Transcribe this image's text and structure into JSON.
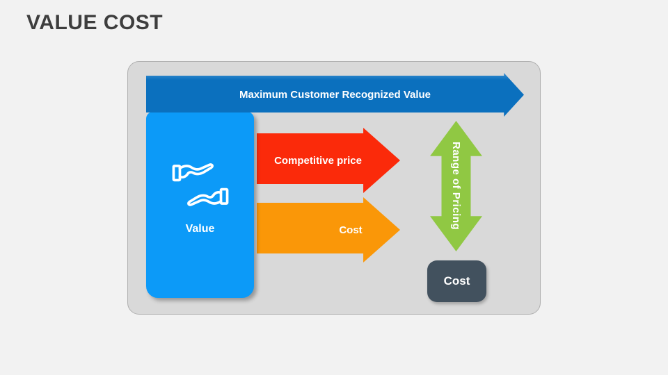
{
  "slide": {
    "title": "VALUE COST"
  },
  "diagram": {
    "top_arrow": {
      "label": "Maximum Customer Recognized Value",
      "color": "#0B70BE"
    },
    "value_box": {
      "label": "Value",
      "icon": "hands-exchange-icon",
      "color": "#0C9AF8"
    },
    "competitive_arrow": {
      "label": "Competitive price",
      "color": "#FB2A0A"
    },
    "cost_arrow": {
      "label": "Cost",
      "color": "#FA9708"
    },
    "range_arrow": {
      "label": "Range of Pricing",
      "color": "#90C843"
    },
    "cost_box": {
      "label": "Cost",
      "color": "#42515E"
    },
    "container_color": "#D9D9D9",
    "title_color": "#3E3E3E"
  }
}
